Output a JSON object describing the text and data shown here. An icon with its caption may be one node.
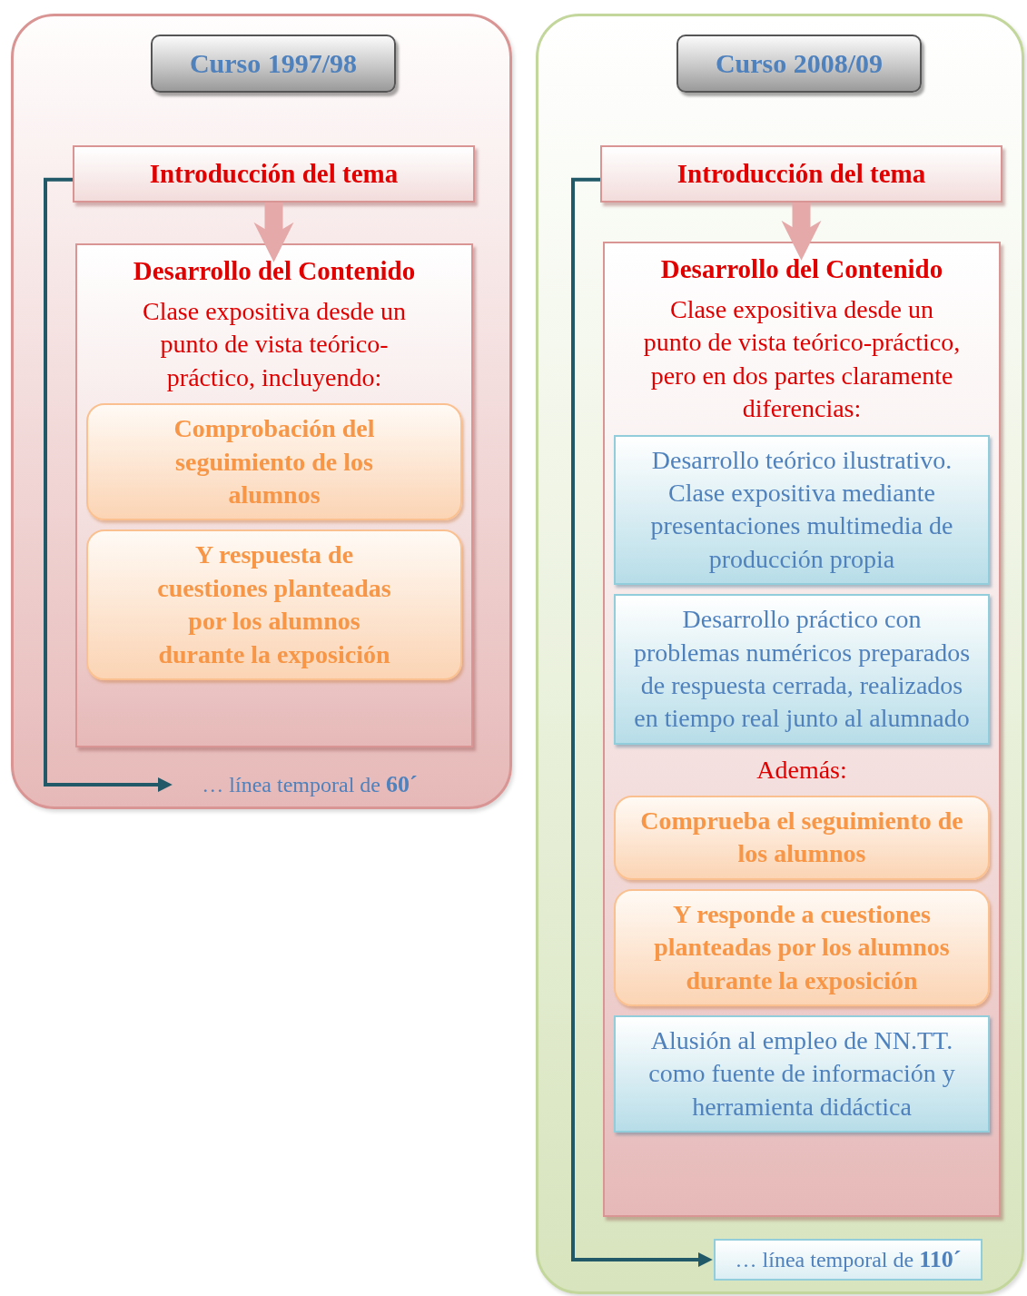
{
  "diagram": {
    "nodes": [
      {
        "text": [],
        "shape": "box"
      },
      {
        "text": [
          "Curso 1997/98"
        ],
        "in": 0
      },
      {
        "text": [
          "Introducción del tema"
        ],
        "in": 0
      },
      {
        "text": [
          "Desarrollo del Contenido",
          "Clase expositiva desde un punto de vista teórico-práctico, incluyendo:"
        ],
        "in": 0
      },
      {
        "text": [
          "Comprobación del seguimiento de los alumnos"
        ],
        "in": 3
      },
      {
        "text": [
          "Y respuesta de cuestiones planteadas por los alumnos durante la exposición"
        ],
        "in": 3
      },
      {
        "text": [
          "… línea temporal de **60´**"
        ],
        "in": 0
      },
      {
        "text": [],
        "shape": "box"
      },
      {
        "text": [
          "Curso 2008/09"
        ],
        "in": 7
      },
      {
        "text": [
          "Introducción del tema"
        ],
        "in": 7
      },
      {
        "text": [
          "Desarrollo del Contenido",
          "Clase expositiva desde un punto de vista teórico-práctico, pero en dos partes claramente diferencias:",
          "Además:"
        ],
        "in": 7
      },
      {
        "text": [
          "Desarrollo teórico ilustrativo. Clase expositiva mediante presentaciones multimedia de producción propia"
        ],
        "in": 10
      },
      {
        "text": [
          "Desarrollo práctico con problemas numéricos preparados de respuesta cerrada, realizados en tiempo real junto al alumnado"
        ],
        "in": 10
      },
      {
        "text": [
          "Comprueba el seguimiento de los alumnos"
        ],
        "in": 10
      },
      {
        "text": [
          "Y responde a cuestiones planteadas por los alumnos durante la exposición"
        ],
        "in": 10
      },
      {
        "text": [
          "Alusión al empleo de NN.TT. como fuente de información y herramienta didáctica"
        ],
        "in": 10
      },
      {
        "text": [
          "… línea temporal de **110´**"
        ],
        "in": 7
      }
    ],
    "edges": [
      {
        "from": 2,
        "to": 3,
        "arrow": "to",
        "style": "thick",
        "color": "#e6a9a9"
      },
      {
        "from": 2,
        "to": 6,
        "arrow": "to",
        "color": "#215968"
      },
      {
        "from": 9,
        "to": 10,
        "arrow": "to",
        "style": "thick",
        "color": "#e6a9a9"
      },
      {
        "from": 9,
        "to": 16,
        "arrow": "to",
        "color": "#215968"
      }
    ]
  }
}
